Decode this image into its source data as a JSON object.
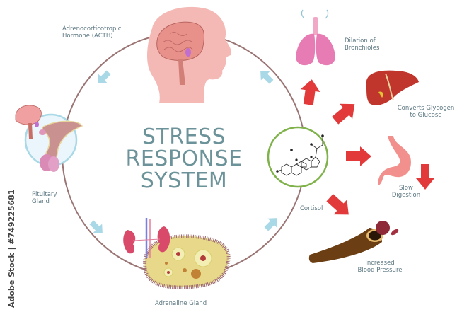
{
  "title": {
    "line1": "STRESS",
    "line2": "RESPONSE",
    "line3": "SYSTEM"
  },
  "labels": {
    "acth": {
      "line1": "Adrenocorticotropic",
      "line2": "Hormone (ACTH)"
    },
    "pituitary": {
      "line1": "Pituitary",
      "line2": "Gland"
    },
    "adrenaline": "Adrenaline Gland",
    "cortisol": "Cortisol",
    "bronchioles": {
      "line1": "Dilation of",
      "line2": "Bronchioles"
    },
    "glycogen": {
      "line1": "Converts Glycogen",
      "line2": "to Glucose"
    },
    "digestion": {
      "line1": "Slow",
      "line2": "Digestion"
    },
    "blood_pressure": {
      "line1": "Increased",
      "line2": "Blood Pressure"
    }
  },
  "watermark": "Adobe Stock | #749225681",
  "colors": {
    "cycle_line": "#9b7474",
    "cycle_arrow": "#a9d8e6",
    "effect_arrow": "#e23a3a",
    "title_text": "#6c9399",
    "label_text": "#5b7680",
    "cortisol_ring": "#7fb24a",
    "pituitary_ring": "#a9d8e6"
  }
}
